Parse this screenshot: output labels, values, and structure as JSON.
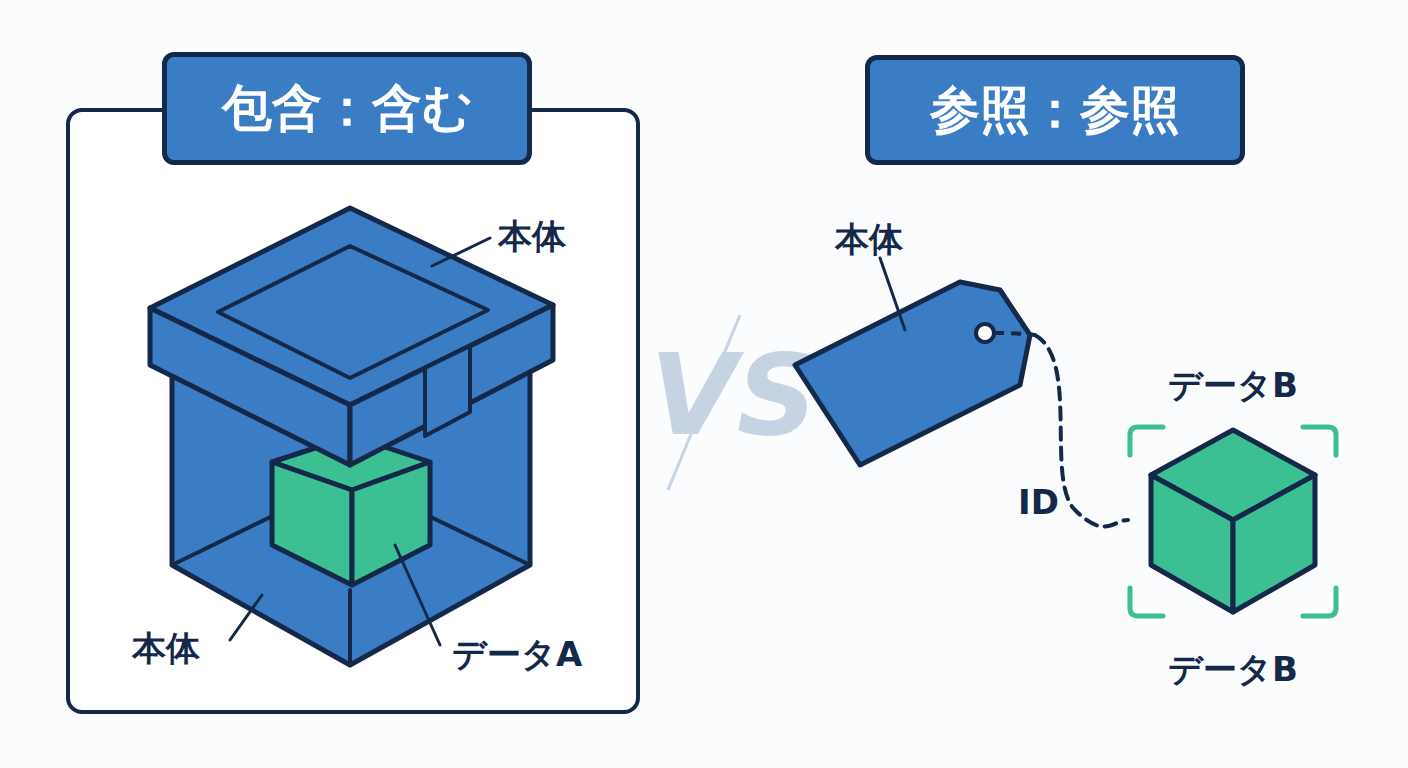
{
  "diagram": {
    "nodes": [
      {
        "text": [
          "包含：含む"
        ]
      },
      {
        "text": [
          "参照：参照"
        ]
      },
      {
        "text": [
          "本体"
        ]
      },
      {
        "text": [
          "データB",
          "データB"
        ]
      }
    ],
    "edges": [
      {
        "from": 2,
        "to": 3,
        "label": "ID",
        "arrow": "none"
      }
    ],
    "labels": [
      "本体",
      "本体",
      "データA",
      "VS"
    ]
  }
}
